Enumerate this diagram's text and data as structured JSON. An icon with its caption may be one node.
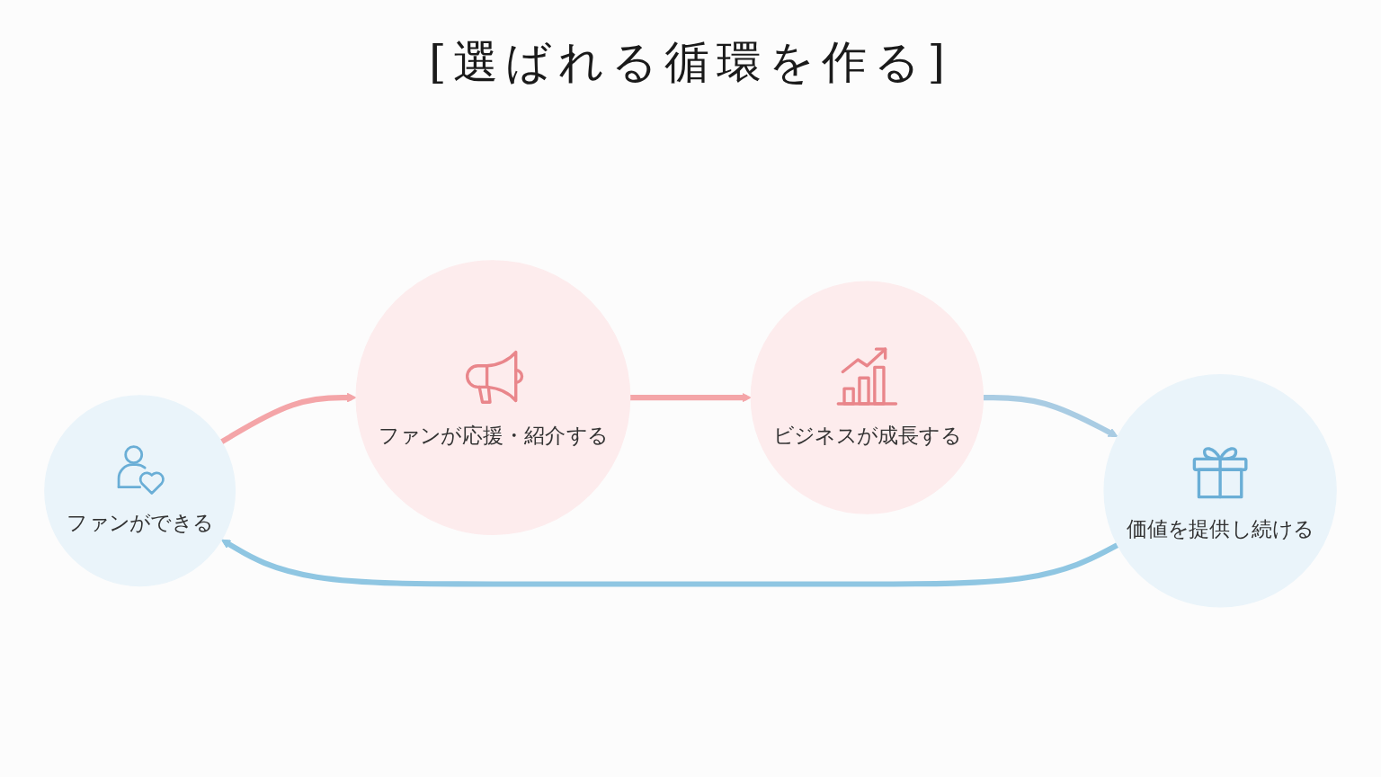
{
  "diagram": {
    "title": "[選ばれる循環を作る]",
    "nodes": [
      {
        "text": [
          "ファンができる"
        ]
      },
      {
        "text": [
          "ファンが応援・紹介する"
        ]
      },
      {
        "text": [
          "ビジネスが成長する"
        ]
      },
      {
        "text": [
          "価値を提供し続ける"
        ]
      }
    ],
    "edges": [
      {
        "from": 0,
        "to": 1,
        "arrow": "to",
        "color": "#f4a5a8"
      },
      {
        "from": 1,
        "to": 2,
        "arrow": "to",
        "color": "#f4a5a8"
      },
      {
        "from": 2,
        "to": 3,
        "arrow": "to",
        "color": "#a9cce3"
      },
      {
        "from": 3,
        "to": 0,
        "arrow": "to",
        "color": "#8fc6e2"
      }
    ]
  }
}
